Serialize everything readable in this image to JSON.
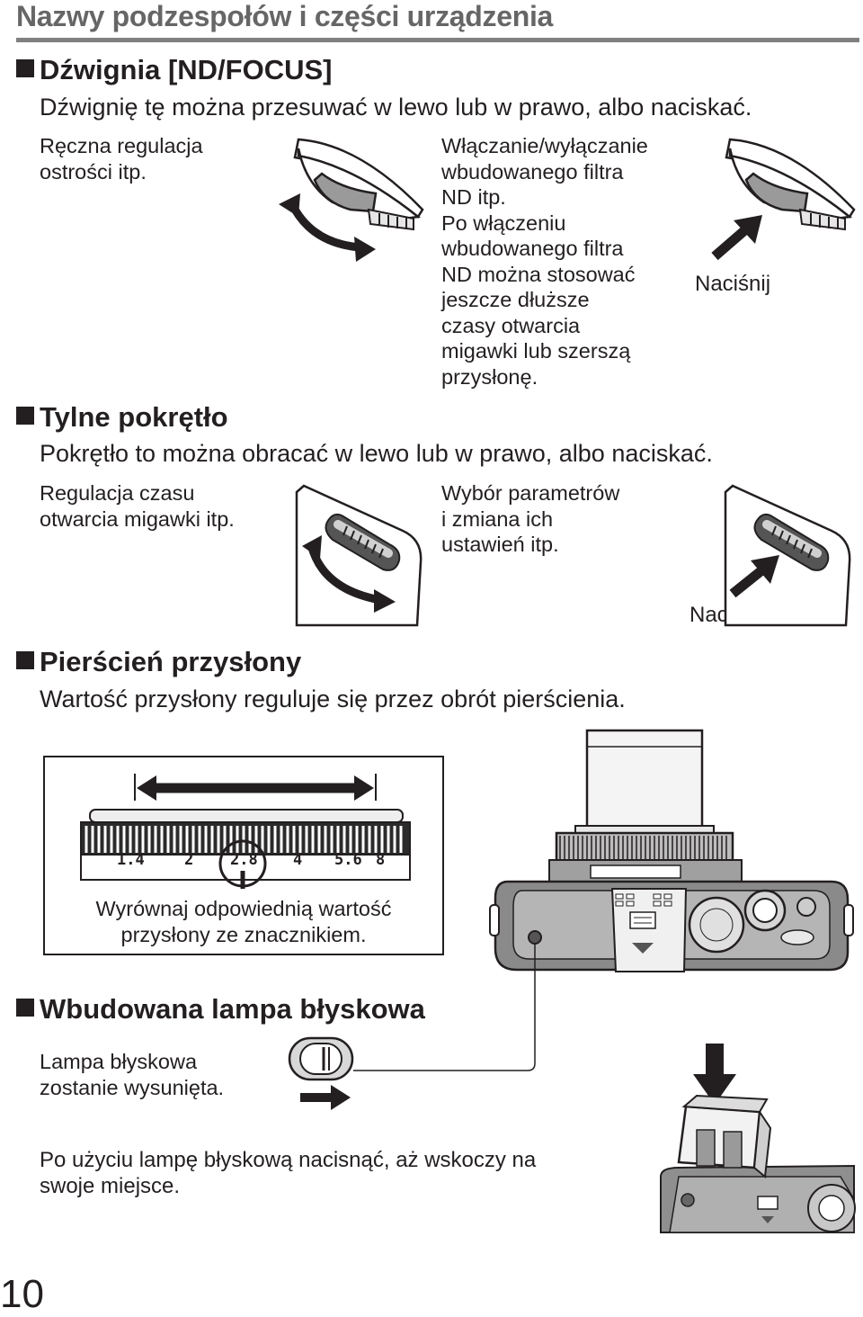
{
  "page": {
    "header": "Nazwy podzespołów i części urządzenia",
    "number": "10"
  },
  "sections": {
    "nd_focus": {
      "title": "Dźwignia [ND/FOCUS]",
      "intro": "Dźwignię tę można przesuwać w lewo lub w prawo, albo naciskać.",
      "left_note": [
        "Ręczna regulacja",
        "ostrości itp."
      ],
      "right_note": [
        "Włączanie/wyłączanie",
        "wbudowanego filtra",
        "ND itp.",
        "Po włączeniu",
        "wbudowanego filtra",
        "ND można stosować",
        "jeszcze dłuższe",
        "czasy otwarcia",
        "migawki lub szerszą",
        "przysłonę."
      ],
      "press_label": "Naciśnij"
    },
    "rear_dial": {
      "title": "Tylne pokrętło",
      "intro": "Pokrętło to można obracać w lewo lub w prawo, albo naciskać.",
      "left_note": [
        "Regulacja czasu",
        "otwarcia migawki itp."
      ],
      "right_note": [
        "Wybór parametrów",
        "i zmiana ich",
        "ustawień itp."
      ],
      "press_label": "Naciśnij"
    },
    "aperture_ring": {
      "title": "Pierścień przysłony",
      "intro": "Wartość przysłony reguluje się przez obrót pierścienia.",
      "scale": [
        "1.4",
        "2",
        "2.8",
        "4",
        "5.6",
        "8"
      ],
      "caption": [
        "Wyrównaj odpowiednią wartość",
        "przysłony ze znacznikiem."
      ]
    },
    "flash": {
      "title": "Wbudowana lampa błyskowa",
      "note": [
        "Lampa błyskowa",
        "zostanie wysunięta."
      ],
      "after": [
        "Po użyciu lampę błyskową nacisnąć, aż wskoczy na",
        "swoje miejsce."
      ]
    }
  },
  "colors": {
    "text": "#231f20",
    "header": "#666666",
    "rule": "#808080",
    "metal": "#c8c8c8",
    "dark": "#444444"
  },
  "icons": [
    "lever-icon",
    "dial-icon",
    "arrow-icon",
    "aperture-ring-icon",
    "camera-top-icon",
    "flash-switch-icon",
    "flash-unit-icon"
  ]
}
